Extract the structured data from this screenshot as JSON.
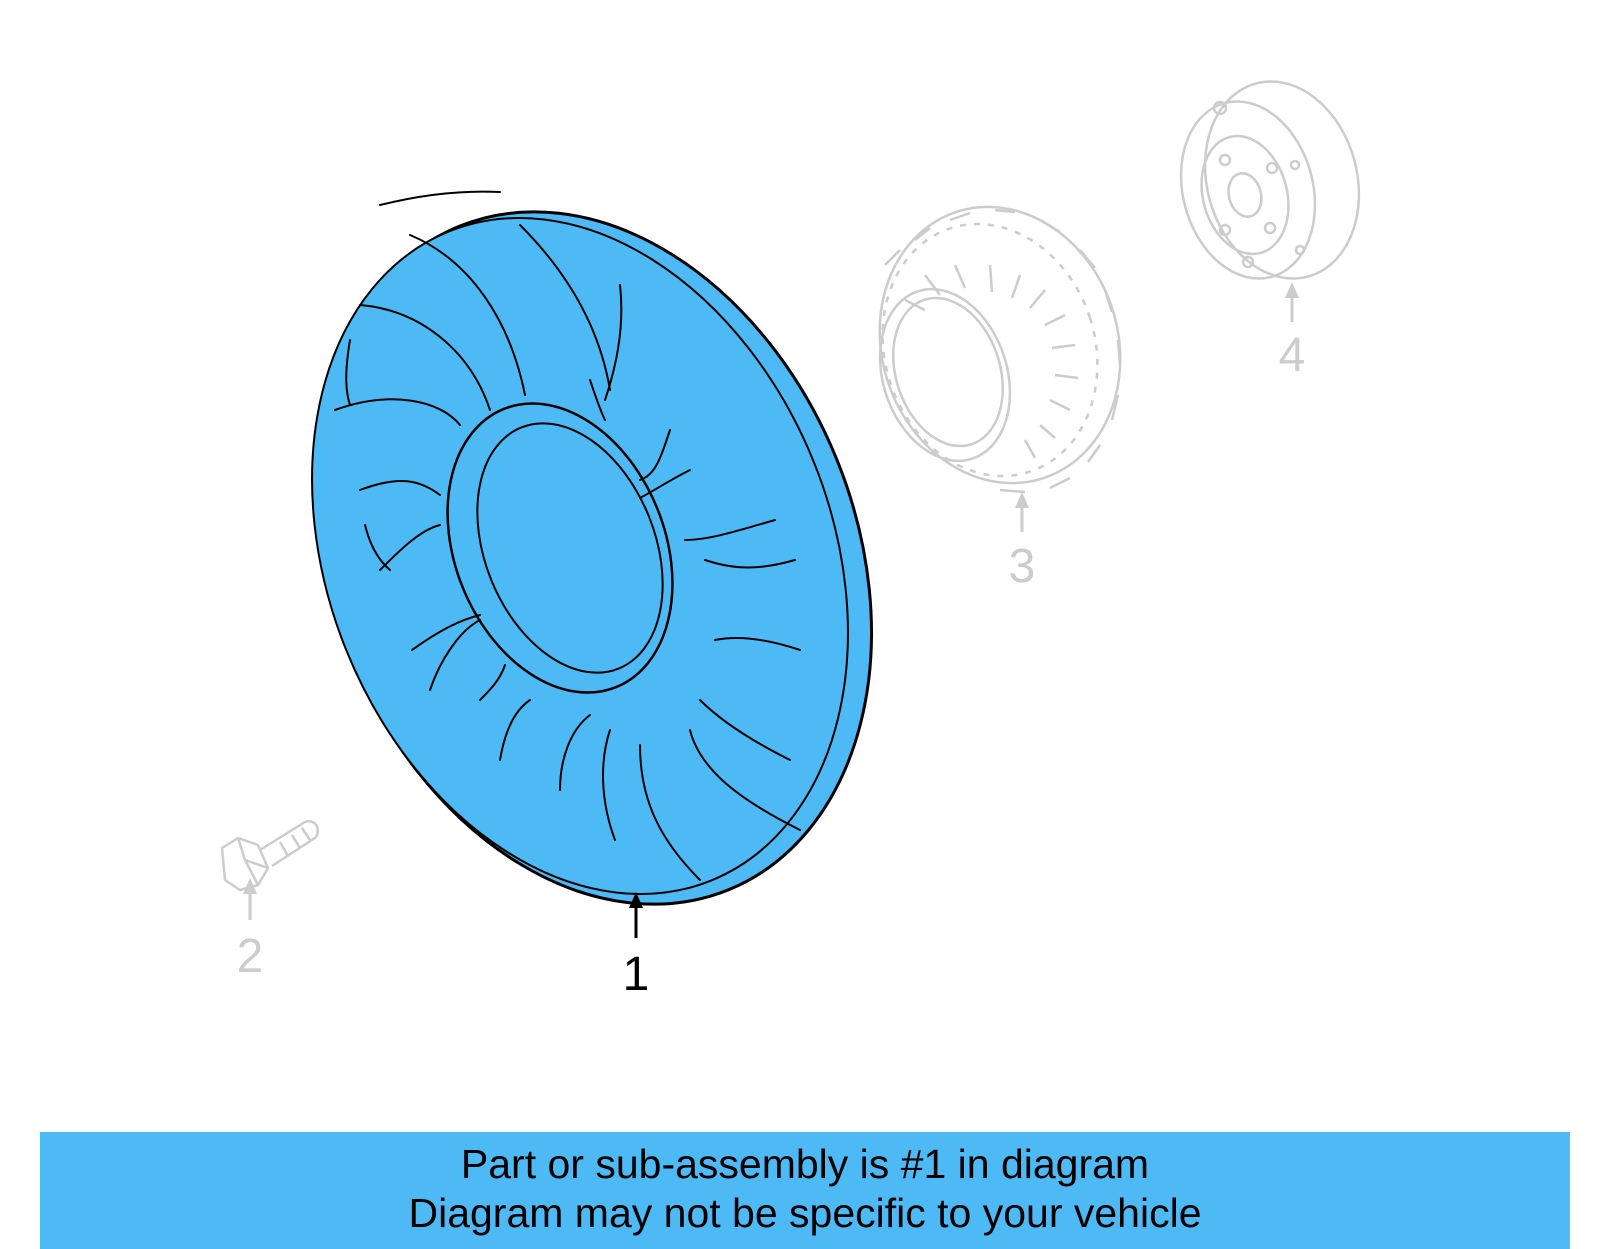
{
  "callouts": [
    {
      "number": "1",
      "highlighted": true
    },
    {
      "number": "2",
      "highlighted": false
    },
    {
      "number": "3",
      "highlighted": false
    },
    {
      "number": "4",
      "highlighted": false
    }
  ],
  "banner": {
    "line1": "Part or sub-assembly is #1 in diagram",
    "line2": "Diagram may not be specific to your vehicle"
  },
  "colors": {
    "highlight_fill": "#4dbaf5",
    "highlight_stroke": "#000000",
    "ghost_stroke": "#cccccc",
    "banner_bg": "#4dbaf5"
  },
  "icons": {
    "part1": "fan-blade-icon",
    "part2": "bolt-icon",
    "part3": "fan-clutch-icon",
    "part4": "pulley-icon"
  }
}
